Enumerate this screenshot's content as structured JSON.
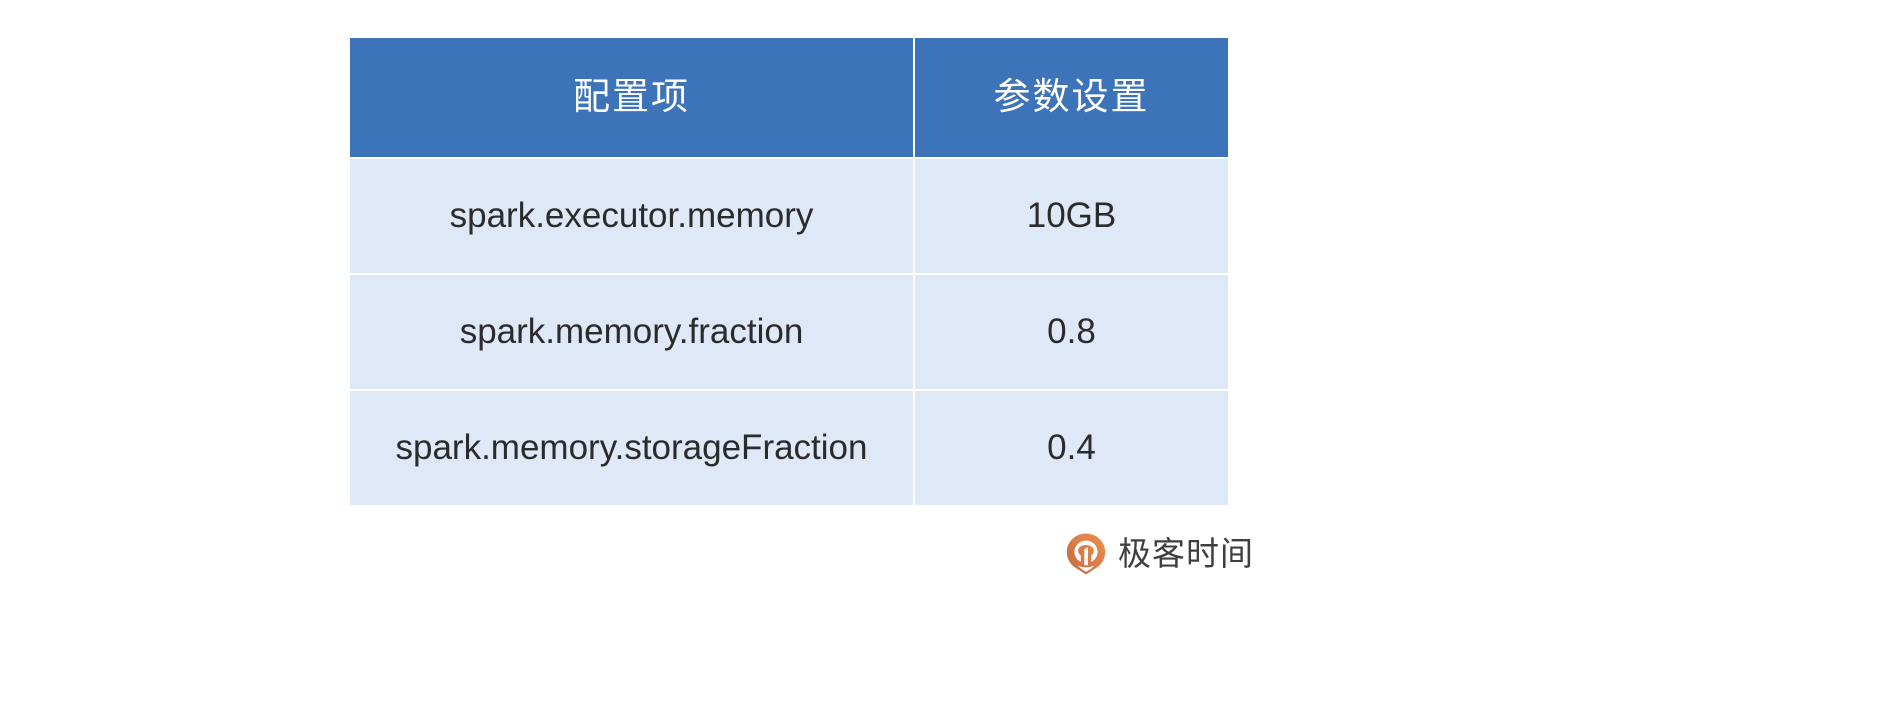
{
  "table": {
    "columns": [
      {
        "key": "config_item",
        "label": "配置项"
      },
      {
        "key": "parameter_setting",
        "label": "参数设置"
      }
    ],
    "rows": [
      {
        "config_item": "spark.executor.memory",
        "parameter_setting": "10GB"
      },
      {
        "config_item": "spark.memory.fraction",
        "parameter_setting": "0.8"
      },
      {
        "config_item": "spark.memory.storageFraction",
        "parameter_setting": "0.4"
      }
    ]
  },
  "branding": {
    "name": "极客时间",
    "mark_icon": "geektime-q-logo-icon",
    "colors": {
      "mark_orange_light": "#e8874a",
      "mark_orange_dark": "#c06a3e",
      "text": "#3f3f3f"
    }
  },
  "colors": {
    "header_blue": "#3d74b9",
    "row_background": "#dee8f6",
    "grid_line": "#ffffff",
    "body_text": "#2b2b2b",
    "header_text": "#ffffff",
    "page_background": "#ffffff"
  }
}
